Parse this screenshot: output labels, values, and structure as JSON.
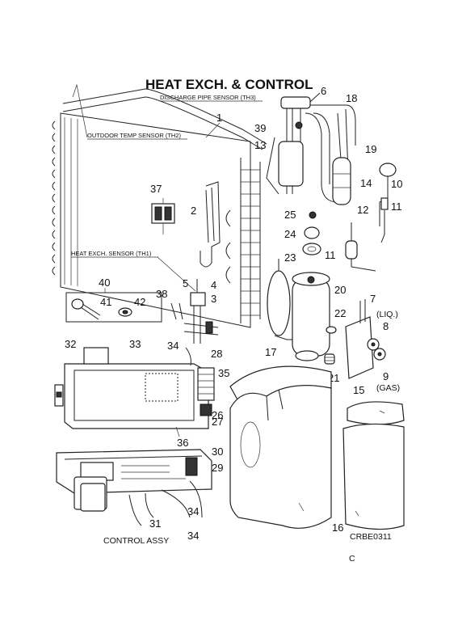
{
  "diagram": {
    "title": "HEAT EXCH. & CONTROL",
    "sensors": {
      "discharge": "DISCHARGE PIPE SENSOR (TH3)",
      "outdoor": "OUTDOOR TEMP SENSOR (TH2)",
      "heat_exch": "HEAT EXCH. SENSOR (TH1)"
    },
    "labels": {
      "liq": "(LIQ.)",
      "gas": "(GAS)",
      "control_assy": "CONTROL ASSY",
      "drawing_code": "CRBE0311",
      "revision": "C"
    },
    "parts": {
      "p1": "1",
      "p2": "2",
      "p3": "3",
      "p4": "4",
      "p5": "5",
      "p6": "6",
      "p7": "7",
      "p8": "8",
      "p9": "9",
      "p10": "10",
      "p11a": "11",
      "p11b": "11",
      "p12": "12",
      "p13": "13",
      "p14": "14",
      "p15": "15",
      "p16": "16",
      "p17": "17",
      "p18": "18",
      "p19": "19",
      "p20": "20",
      "p21": "21",
      "p22": "22",
      "p23": "23",
      "p24": "24",
      "p25": "25",
      "p26": "26",
      "p27": "27",
      "p28": "28",
      "p29": "29",
      "p30": "30",
      "p31": "31",
      "p32": "32",
      "p33": "33",
      "p34a": "34",
      "p34b": "34",
      "p34c": "34",
      "p35": "35",
      "p36": "36",
      "p37": "37",
      "p38": "38",
      "p39": "39",
      "p40": "40",
      "p41": "41",
      "p42": "42"
    }
  }
}
